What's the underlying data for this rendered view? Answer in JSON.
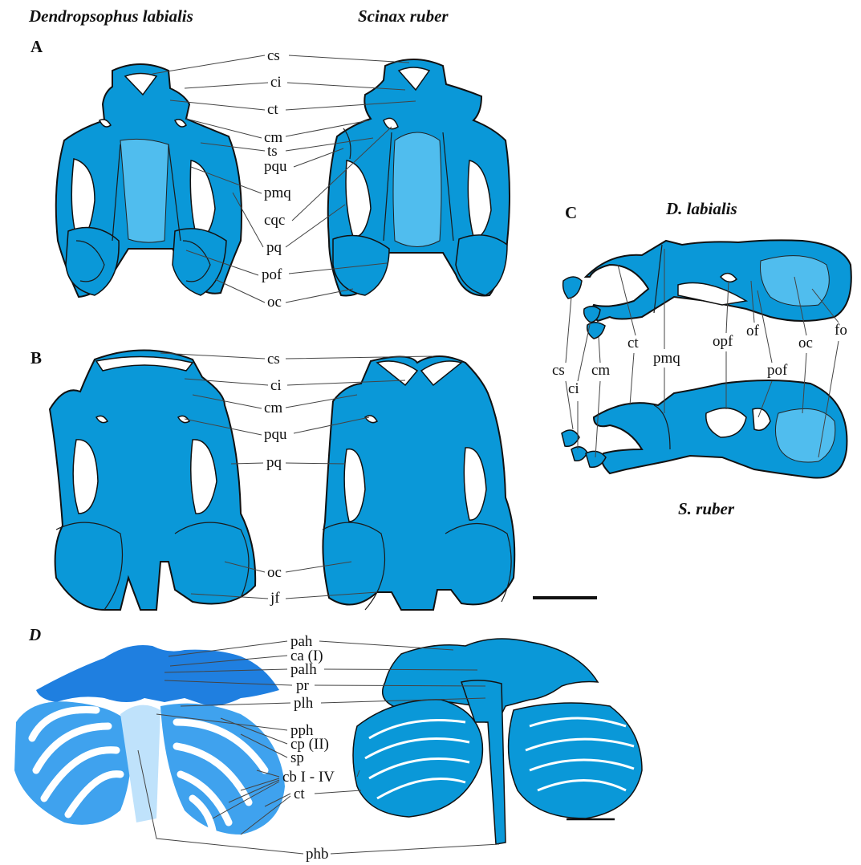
{
  "titles": {
    "left": "Dendropsophus labialis",
    "right": "Scinax ruber",
    "c_top": "D. labialis",
    "c_bottom": "S. ruber"
  },
  "panels": {
    "a": "A",
    "b": "B",
    "c": "C",
    "d": "D"
  },
  "labels_a": {
    "cs": "cs",
    "ci": "ci",
    "ct": "ct",
    "cm": "cm",
    "ts": "ts",
    "pqu": "pqu",
    "pmq": "pmq",
    "cqc": "cqc",
    "pq": "pq",
    "pof": "pof",
    "oc": "oc"
  },
  "labels_b": {
    "cs": "cs",
    "ci": "ci",
    "cm": "cm",
    "pqu": "pqu",
    "pq": "pq",
    "oc": "oc",
    "jf": "jf"
  },
  "labels_c": {
    "cs": "cs",
    "ci": "ci",
    "cm": "cm",
    "ct": "ct",
    "pmq": "pmq",
    "opf": "opf",
    "of": "of",
    "pof": "pof",
    "oc": "oc",
    "fo": "fo"
  },
  "labels_d": {
    "pah": "pah",
    "ca": "ca (I)",
    "palh": "palh",
    "pr": "pr",
    "plh": "plh",
    "pph": "pph",
    "cp": "cp (II)",
    "sp": "sp",
    "cb": "cb I - IV",
    "ct": "ct",
    "phb": "phb"
  },
  "colors": {
    "cartilage": "#0a98d8",
    "cartilage_light": "#50bdee",
    "outline": "#111111"
  }
}
